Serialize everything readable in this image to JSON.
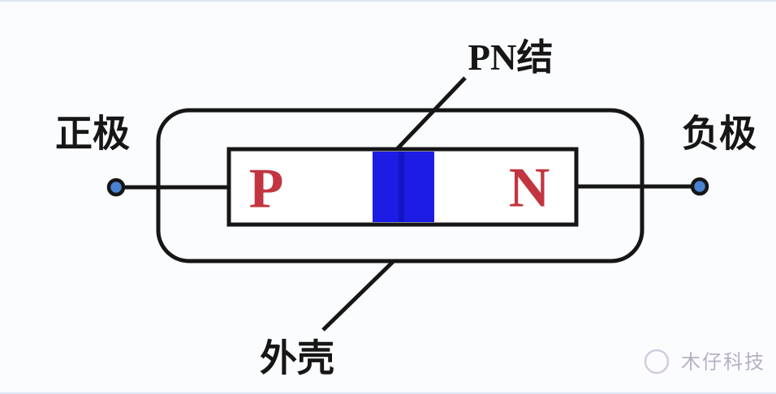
{
  "diagram": {
    "labels": {
      "pn_junction": "PN结",
      "anode": "正极",
      "cathode": "负极",
      "case": "外壳"
    },
    "regions": {
      "p": "P",
      "n": "N"
    },
    "colors": {
      "junction": "#1c1ce4",
      "junction_divider": "#1414c6",
      "region_letter": "#c23540",
      "terminal_fill": "#4a82d0",
      "line_stroke": "#161616"
    }
  },
  "watermark": {
    "text": "木仔科技"
  }
}
